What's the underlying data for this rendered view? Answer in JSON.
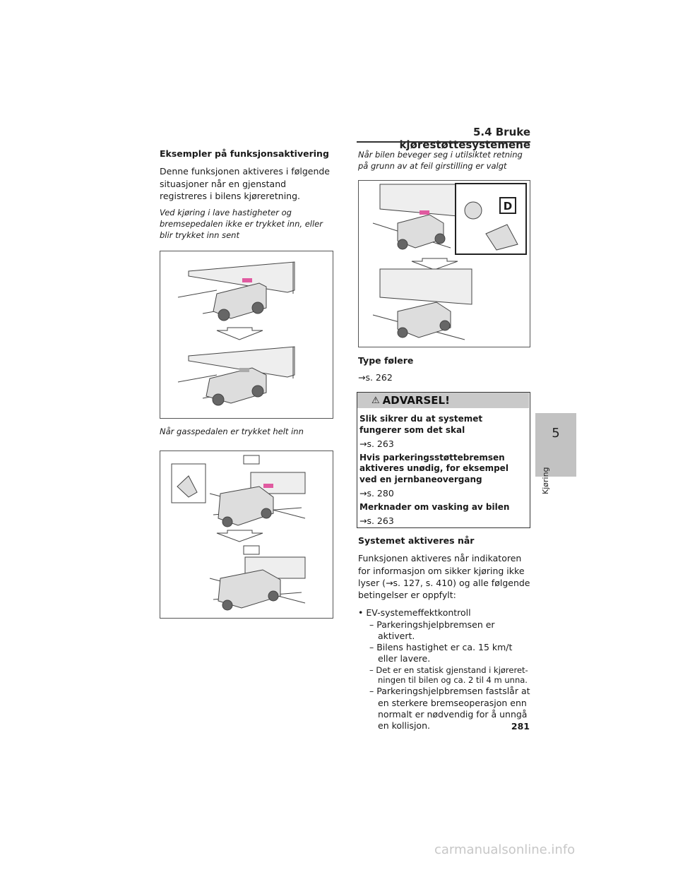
{
  "header": {
    "section": "5.4  Bruke kjørestøttesystemene"
  },
  "left": {
    "heading": "Eksempler på funksjonsaktivering",
    "intro": "Denne funksjonen aktiveres i følgende situasjoner når en gjenstand registreres i bilens kjøreretning.",
    "case1": "Ved kjøring i lave hastigheter og bremsepedalen ikke er trykket inn, eller blir trykket inn sent",
    "case2": "Når gasspedalen er trykket helt inn"
  },
  "right": {
    "case3": "Når bilen beveger seg i utilsiktet retning på grunn av at feil girstilling er valgt",
    "figure_label_d": "D",
    "sensor_heading": "Type følere",
    "sensor_ref": "→s. 262",
    "warning": {
      "title": "ADVARSEL!",
      "items": [
        {
          "heading": "Slik sikrer du at systemet fungerer som det skal",
          "ref": "→s. 263"
        },
        {
          "heading": "Hvis parkeringsstøttebremsen aktiveres unødig, for eksempel ved en jernbaneovergang",
          "ref": "→s. 280"
        },
        {
          "heading": "Merknader om vasking av bilen",
          "ref": "→s. 263"
        }
      ]
    },
    "activation_heading": "Systemet aktiveres når",
    "activation_intro": "Funksjonen aktiveres når indikatoren for informasjon om sikker kjøring ikke lyser (→s. 127, s. 410) og alle følgende betingelser er oppfylt:",
    "bullet": "• EV-systemeffektkontroll",
    "conditions": [
      "– Parkeringshjelpbremsen er aktivert.",
      "– Bilens hastighet er ca. 15 km/t eller lavere.",
      "– Det er en statisk gjenstand i kjøreret-ningen til bilen og ca. 2 til 4 m unna.",
      "– Parkeringshjelpbremsen fastslår at en sterkere bremseoperasjon enn normalt er nødvendig for å unngå en kollisjon."
    ]
  },
  "tab": {
    "number": "5",
    "label": "Kjøring"
  },
  "footer": {
    "page_number": "281",
    "watermark": "carmanualsonline.info"
  }
}
